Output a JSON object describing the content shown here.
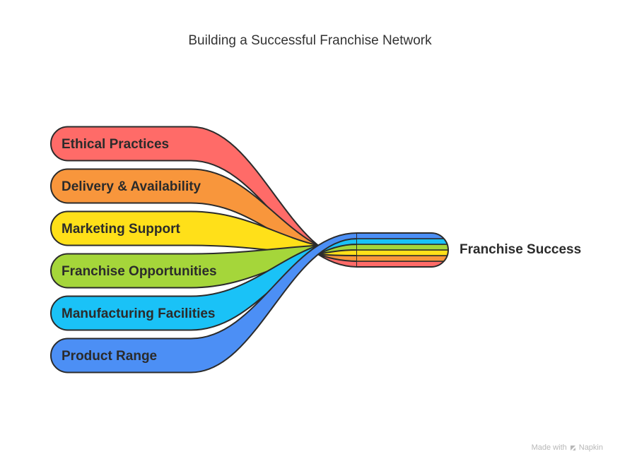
{
  "title": "Building a Successful Franchise Network",
  "inputs": [
    {
      "label": "Ethical Practices",
      "color": "#ff6b68"
    },
    {
      "label": "Delivery & Availability",
      "color": "#f8963c"
    },
    {
      "label": "Marketing Support",
      "color": "#ffe019"
    },
    {
      "label": "Franchise Opportunities",
      "color": "#a5d63a"
    },
    {
      "label": "Manufacturing Facilities",
      "color": "#1ac2f7"
    },
    {
      "label": "Product Range",
      "color": "#4c8ff5"
    }
  ],
  "result": {
    "label": "Franchise Success"
  },
  "watermark": {
    "prefix": "Made with",
    "brand": "Napkin"
  }
}
